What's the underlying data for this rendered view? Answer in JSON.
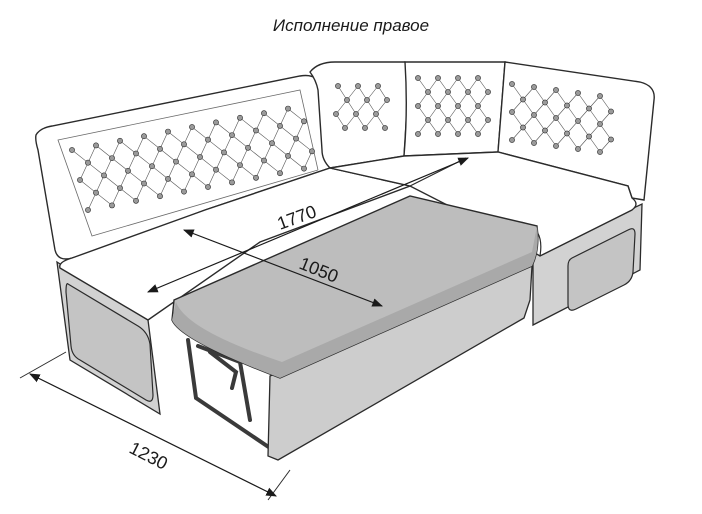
{
  "title": "Исполнение правое",
  "dimensions": {
    "sofa_length": "1770",
    "bed_width": "1050",
    "depth": "1230"
  },
  "colors": {
    "outline": "#2b2b2b",
    "upholstery": "#ffffff",
    "base": "#d2d2d2",
    "panel": "#c4c4c4",
    "mattress": "#bdbdbd",
    "button": "#9a9a9a",
    "mechanism": "#3a3a3a"
  }
}
